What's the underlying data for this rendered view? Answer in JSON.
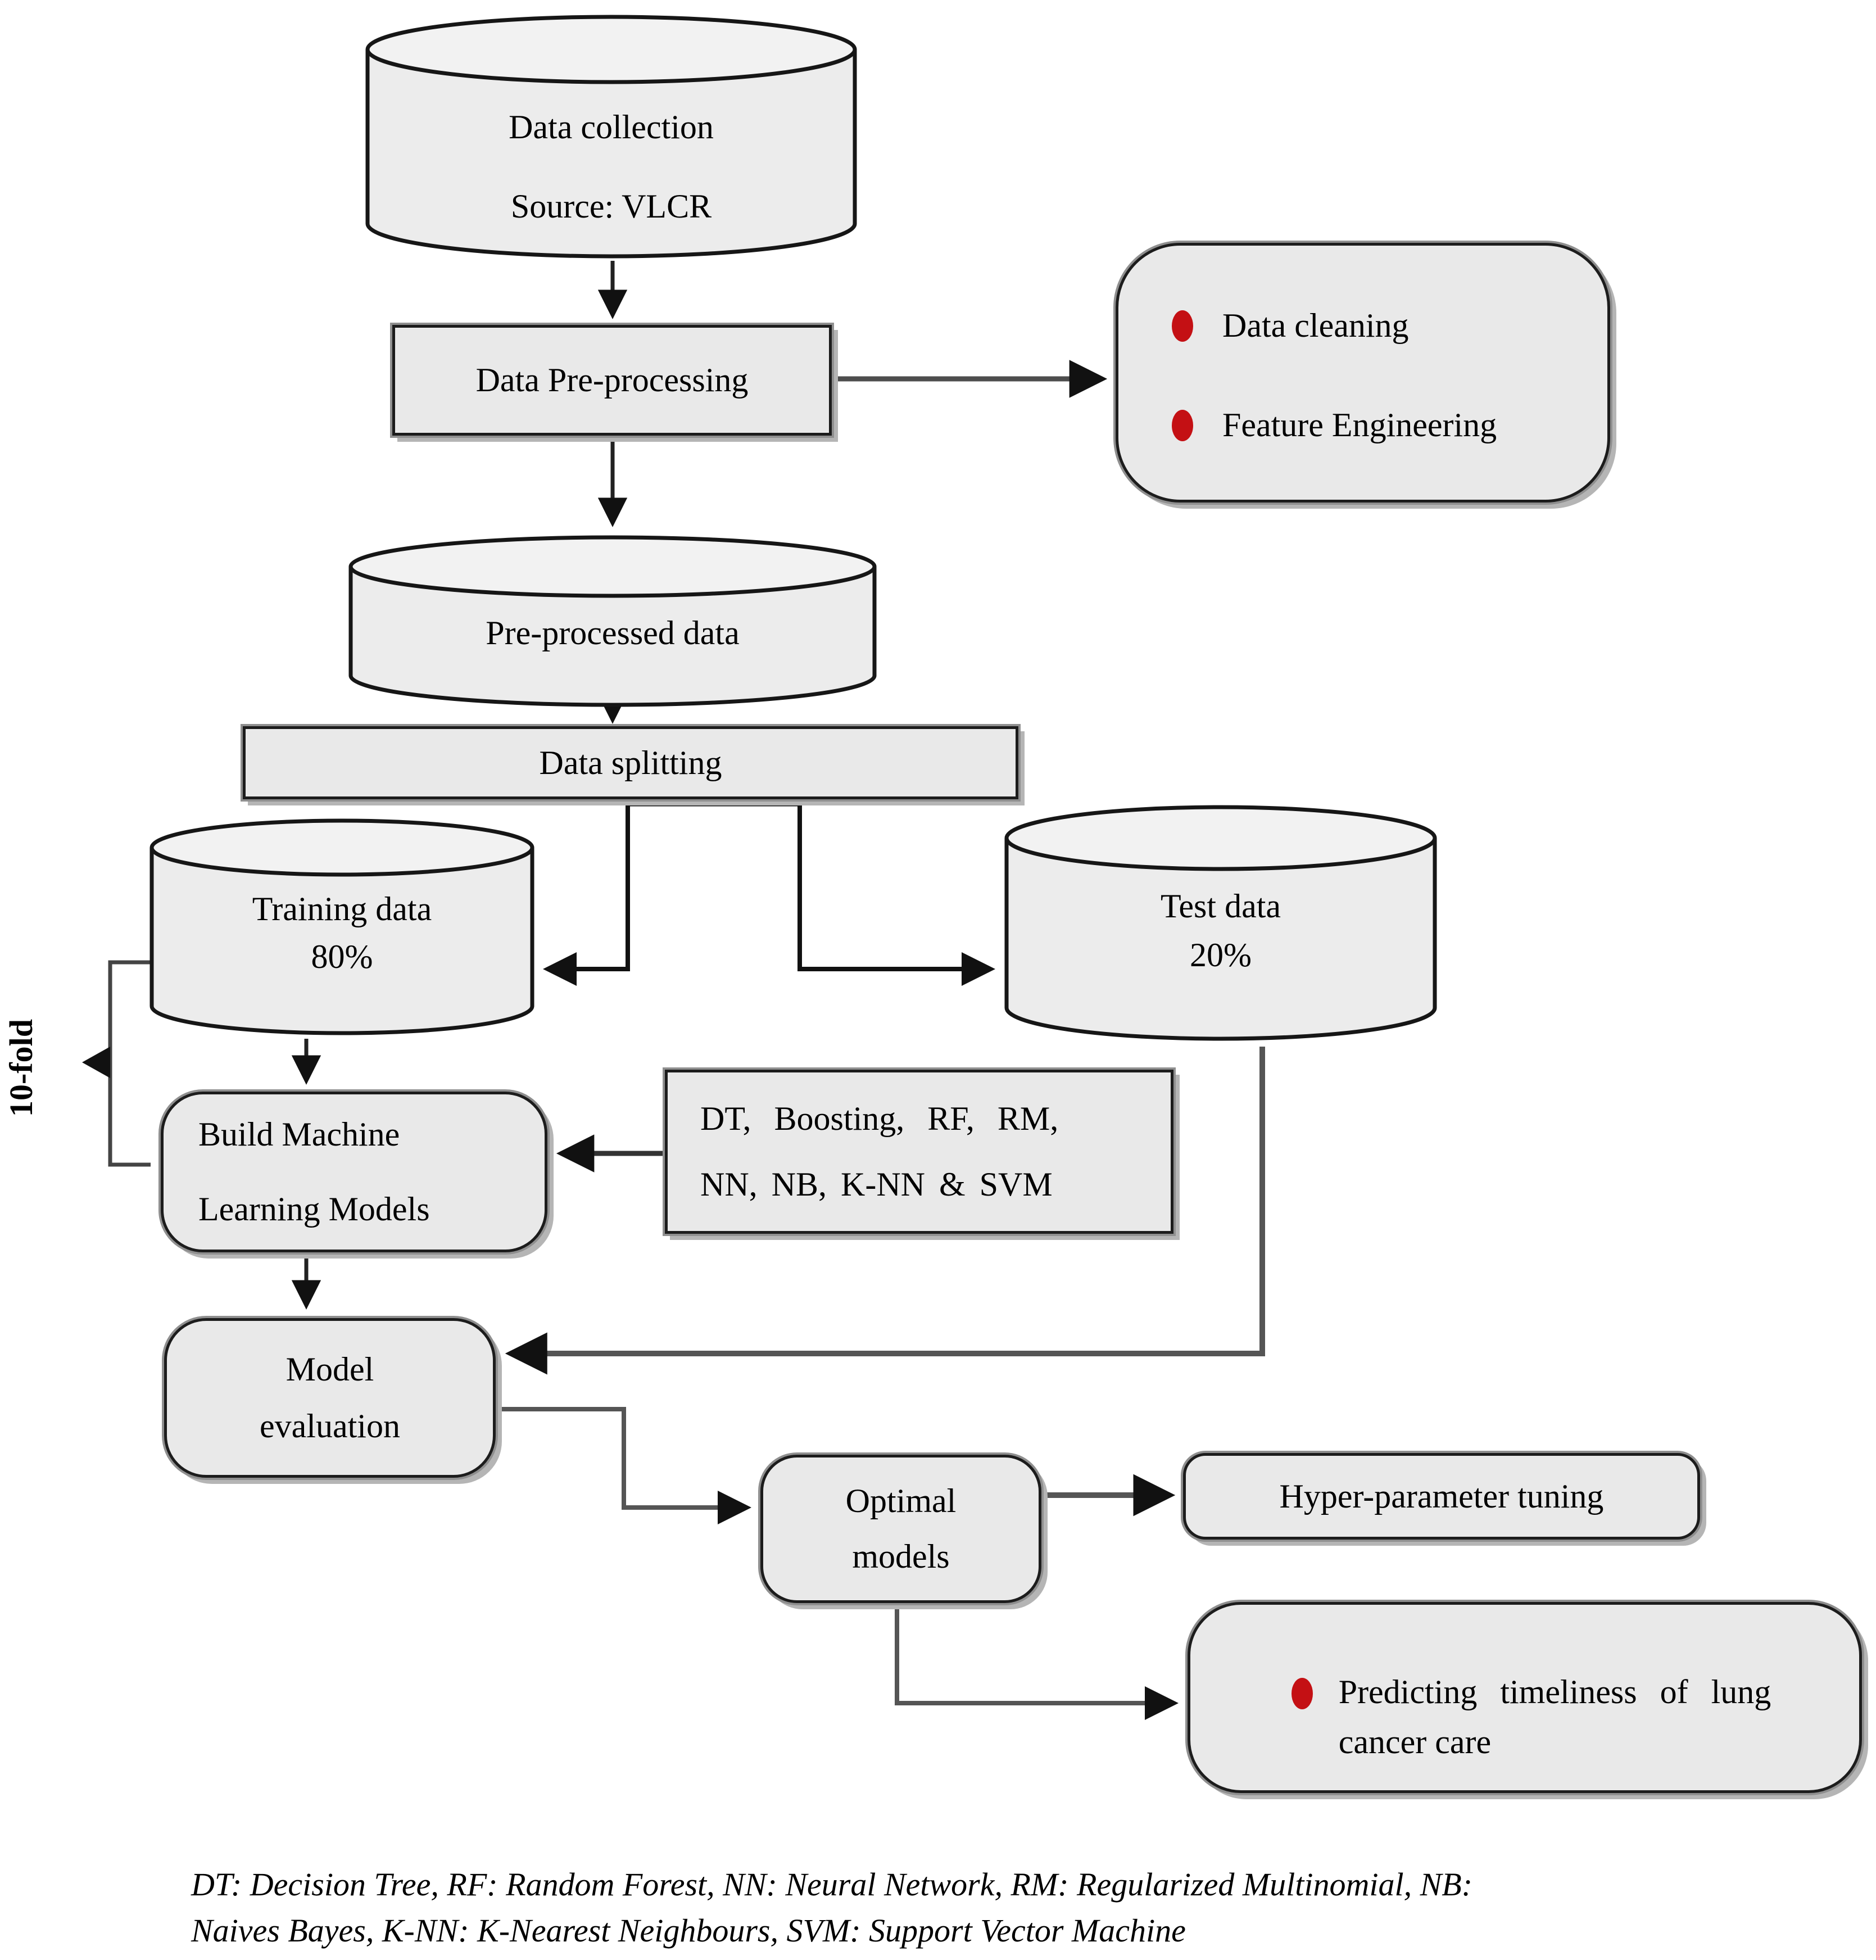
{
  "figure": {
    "nodes": {
      "data_collection": {
        "title": "Data collection",
        "subtitle": "Source: VLCR"
      },
      "data_preprocessing": {
        "label": "Data Pre-processing"
      },
      "preprocessing_details": {
        "items": [
          "Data cleaning",
          "Feature Engineering"
        ]
      },
      "preprocessed_data": {
        "label": "Pre-processed data"
      },
      "data_splitting": {
        "label": "Data splitting"
      },
      "training_data": {
        "line1": "Training data",
        "line2": "80%"
      },
      "test_data": {
        "line1": "Test data",
        "line2": "20%"
      },
      "build_models": {
        "line1": "Build Machine",
        "line2": "Learning Models"
      },
      "model_list": {
        "line1": "DT, Boosting, RF, RM,",
        "line2": "NN, NB, K-NN & SVM"
      },
      "model_evaluation": {
        "line1": "Model",
        "line2": "evaluation"
      },
      "optimal_models": {
        "line1": "Optimal",
        "line2": "models"
      },
      "hyperparameter_tuning": {
        "label": "Hyper-parameter tuning"
      },
      "prediction_outcome": {
        "line1": "Predicting timeliness of lung",
        "line2": "cancer care"
      }
    },
    "side_label": "10-fold",
    "caption": {
      "line1": "DT: Decision Tree, RF: Random Forest, NN: Neural Network, RM: Regularized Multinomial, NB:",
      "line2": "Naives Bayes, K-NN: K-Nearest Neighbours, SVM: Support Vector Machine"
    },
    "colors": {
      "node_fill": "#e9e9e9",
      "cylinder_fill": "#ececec",
      "bullet_red": "#c41014",
      "line_gray": "#4d4d4d",
      "border_dark": "#1c1c1c"
    }
  }
}
